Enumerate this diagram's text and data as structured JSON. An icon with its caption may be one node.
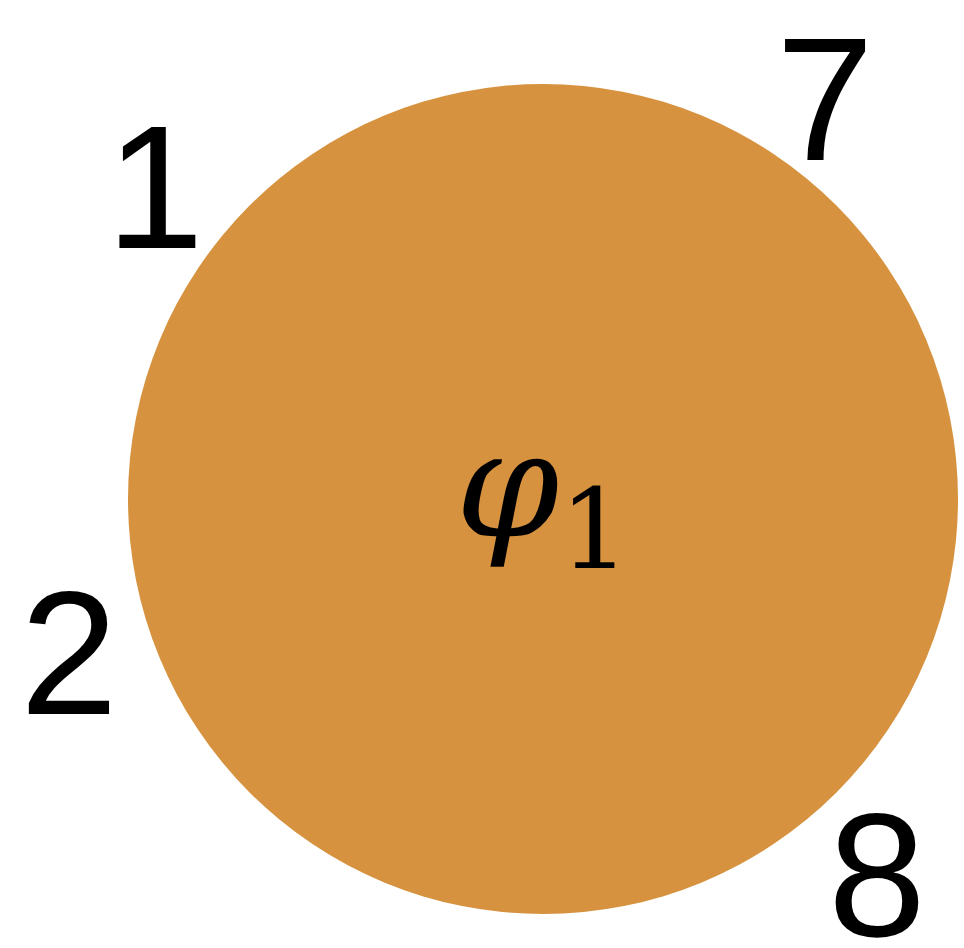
{
  "diagram": {
    "nodes": [
      {
        "text": [
          "*φ*$_{1}$"
        ]
      }
    ],
    "labels": [
      "1",
      "7",
      "2",
      "8"
    ]
  }
}
